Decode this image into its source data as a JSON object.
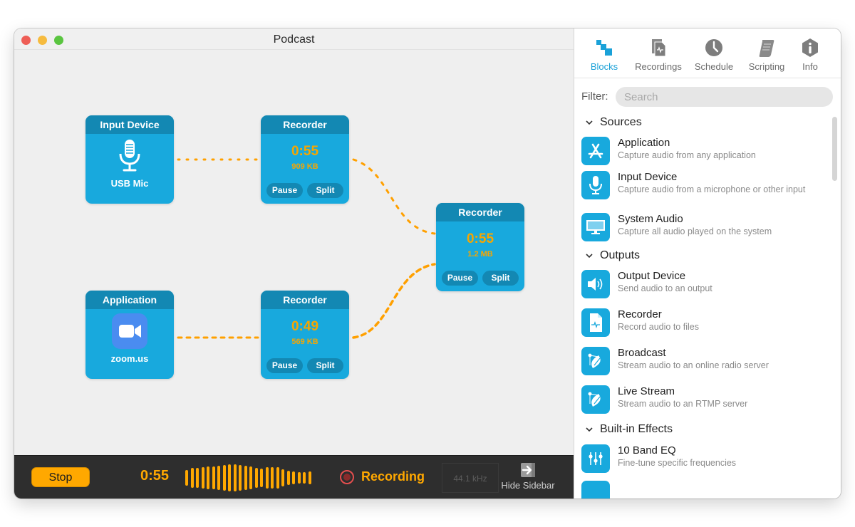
{
  "window": {
    "title": "Podcast"
  },
  "canvas": {
    "blocks": [
      {
        "id": "input-device",
        "title": "Input Device",
        "caption": "USB Mic",
        "icon": "microphone-icon"
      },
      {
        "id": "recorder-1",
        "title": "Recorder",
        "time": "0:55",
        "size": "909 KB",
        "pause": "Pause",
        "split": "Split"
      },
      {
        "id": "recorder-mix",
        "title": "Recorder",
        "time": "0:55",
        "size": "1.2 MB",
        "pause": "Pause",
        "split": "Split"
      },
      {
        "id": "application",
        "title": "Application",
        "caption": "zoom.us",
        "icon": "zoom-app-icon"
      },
      {
        "id": "recorder-2",
        "title": "Recorder",
        "time": "0:49",
        "size": "569 KB",
        "pause": "Pause",
        "split": "Split"
      }
    ]
  },
  "bottombar": {
    "stop_label": "Stop",
    "elapsed": "0:55",
    "waveform_levels": [
      22,
      28,
      28,
      30,
      32,
      32,
      34,
      36,
      38,
      38,
      36,
      34,
      32,
      28,
      26,
      30,
      30,
      30,
      24,
      20,
      18,
      16,
      16,
      18
    ],
    "status_label": "Recording",
    "sample_rate": "44.1 kHz",
    "hide_sidebar_label": "Hide Sidebar"
  },
  "sidebar": {
    "tabs": [
      {
        "label": "Blocks",
        "icon": "blocks-icon",
        "active": true
      },
      {
        "label": "Recordings",
        "icon": "recordings-icon",
        "active": false
      },
      {
        "label": "Schedule",
        "icon": "clock-icon",
        "active": false
      },
      {
        "label": "Scripting",
        "icon": "script-icon",
        "active": false
      },
      {
        "label": "Info",
        "icon": "info-icon",
        "active": false
      }
    ],
    "filter_label": "Filter:",
    "filter_placeholder": "Search",
    "filter_value": "",
    "sections": [
      {
        "label": "Sources",
        "items": [
          {
            "name": "Application",
            "desc": "Capture audio from any application",
            "icon": "app-store-icon"
          },
          {
            "name": "Input Device",
            "desc": "Capture audio from a microphone or other input",
            "icon": "microphone-icon"
          },
          {
            "name": "System Audio",
            "desc": "Capture all audio played on the system",
            "icon": "monitor-icon"
          }
        ]
      },
      {
        "label": "Outputs",
        "items": [
          {
            "name": "Output Device",
            "desc": "Send audio to an output",
            "icon": "speaker-icon"
          },
          {
            "name": "Recorder",
            "desc": "Record audio to files",
            "icon": "audio-file-icon"
          },
          {
            "name": "Broadcast",
            "desc": "Stream audio to an online radio server",
            "icon": "satellite-dish-icon"
          },
          {
            "name": "Live Stream",
            "desc": "Stream audio to an RTMP server",
            "icon": "satellite-dish-icon"
          }
        ]
      },
      {
        "label": "Built-in Effects",
        "items": [
          {
            "name": "10 Band EQ",
            "desc": "Fine-tune specific frequencies",
            "icon": "equalizer-icon"
          }
        ]
      }
    ]
  },
  "colors": {
    "accent_blue": "#18a9dd",
    "block_header": "#1388b3",
    "accent_orange": "#ffa800",
    "recording_red": "#e34e4e",
    "bottombar_bg": "#2e2e2e"
  }
}
